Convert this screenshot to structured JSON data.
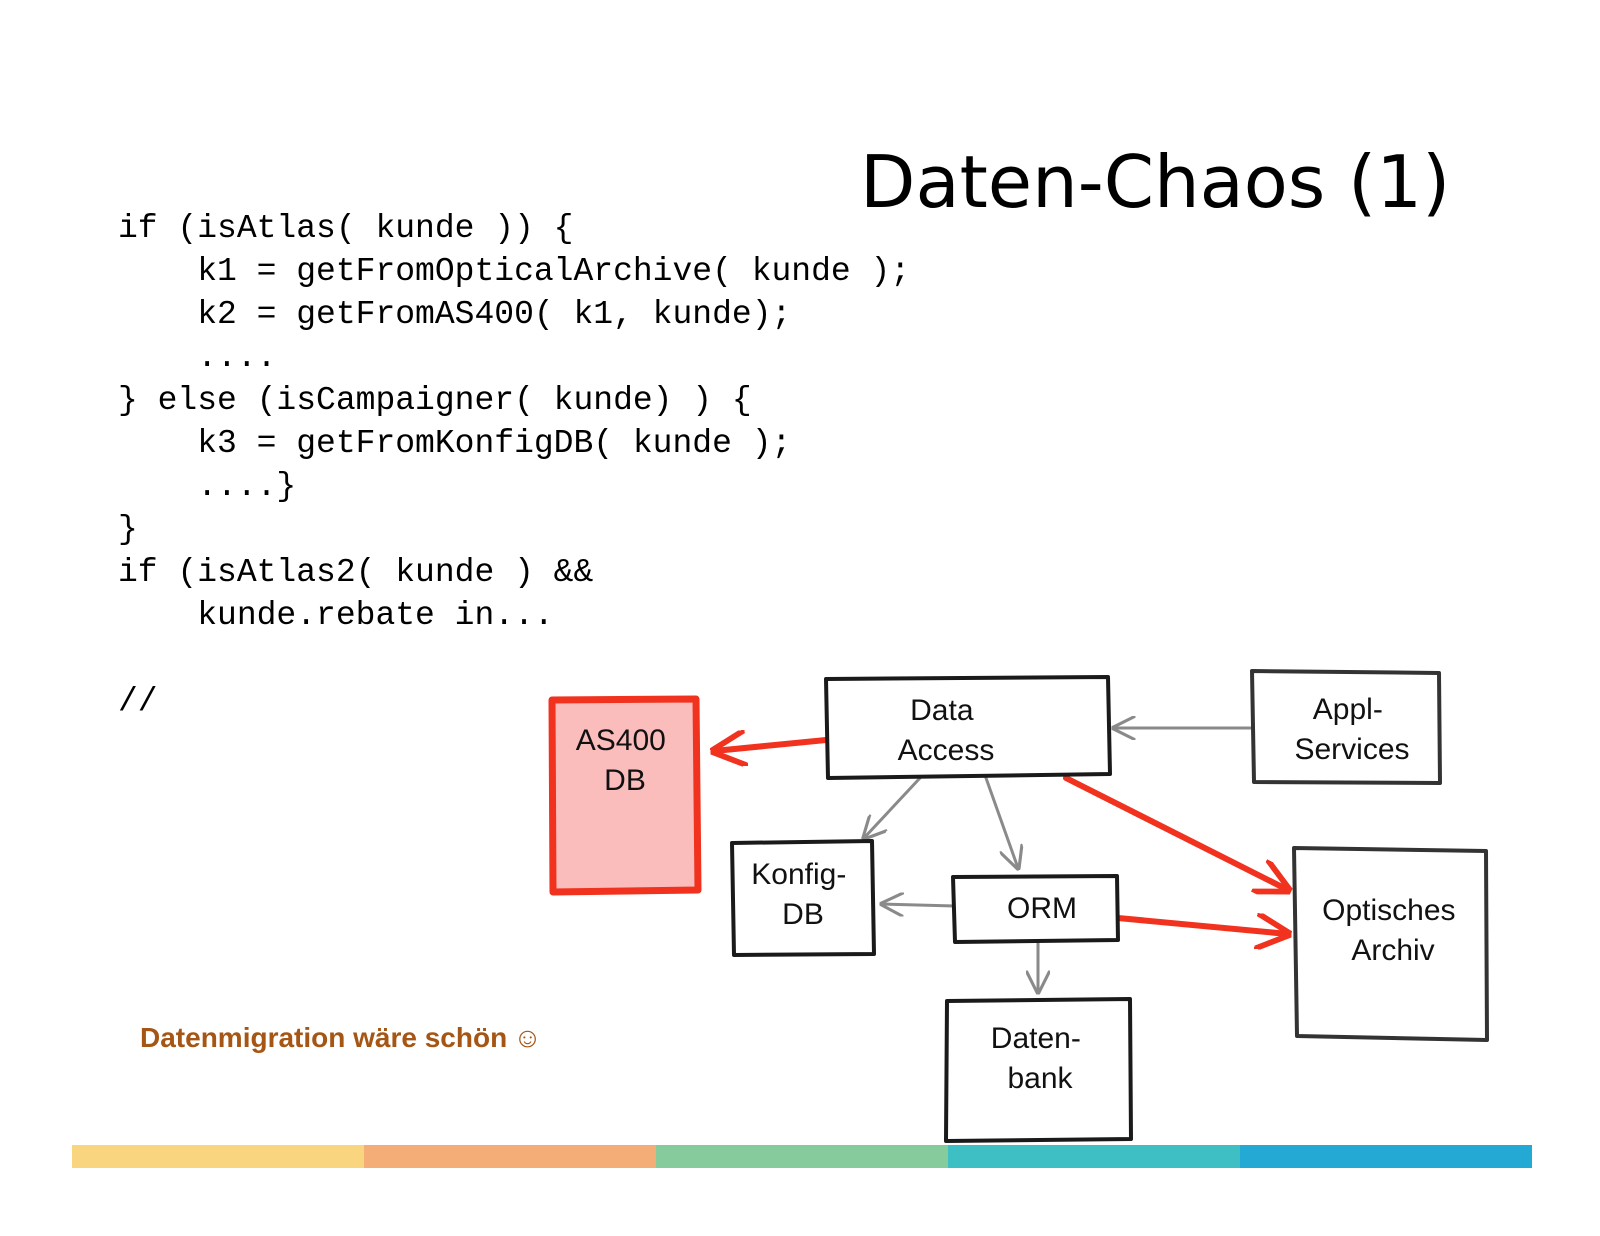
{
  "title": "Daten-Chaos (1)",
  "code_lines": [
    "if (isAtlas( kunde )) {",
    "    k1 = getFromOpticalArchive( kunde );",
    "    k2 = getFromAS400( k1, kunde);",
    "    ....",
    "} else (isCampaigner( kunde) ) {",
    "    k3 = getFromKonfigDB( kunde );",
    "    ....}",
    "}",
    "if (isAtlas2( kunde ) &&",
    "    kunde.rebate in...",
    "",
    "//"
  ],
  "callout": {
    "text": "Datenmigration wäre schön",
    "smiley": "☺",
    "icon": "smiley-icon",
    "color": "#a65614"
  },
  "diagram": {
    "nodes": {
      "as400": {
        "line1": "AS400",
        "line2": "DB",
        "fill": "#fbbcbc",
        "stroke": "#f0321e"
      },
      "data_access": {
        "line1": "Data",
        "line2": "Access"
      },
      "appl_services": {
        "line1": "Appl-",
        "line2": "Services"
      },
      "konfig_db": {
        "line1": "Konfig-",
        "line2": "DB"
      },
      "orm": {
        "line1": "ORM"
      },
      "optisches_archiv": {
        "line1": "Optisches",
        "line2": "Archiv"
      },
      "datenbank": {
        "line1": "Daten-",
        "line2": "bank"
      }
    },
    "edges": [
      {
        "from": "Data Access",
        "to": "AS400 DB",
        "style": "red"
      },
      {
        "from": "Appl-Services",
        "to": "Data Access",
        "style": "gray"
      },
      {
        "from": "Data Access",
        "to": "Konfig-DB",
        "style": "gray"
      },
      {
        "from": "Data Access",
        "to": "ORM",
        "style": "gray"
      },
      {
        "from": "Data Access",
        "to": "Optisches Archiv",
        "style": "red"
      },
      {
        "from": "ORM",
        "to": "Konfig-DB",
        "style": "gray"
      },
      {
        "from": "ORM",
        "to": "Optisches Archiv",
        "style": "red"
      },
      {
        "from": "ORM",
        "to": "Datenbank",
        "style": "gray"
      }
    ],
    "colors": {
      "red_edge": "#f0321e",
      "gray_edge": "#8a8a8a",
      "box_stroke": "#1a1a1a"
    }
  },
  "color_bar": [
    "#f9d57f",
    "#f4ad76",
    "#86cb9c",
    "#3dbfc4",
    "#23a9d4"
  ]
}
